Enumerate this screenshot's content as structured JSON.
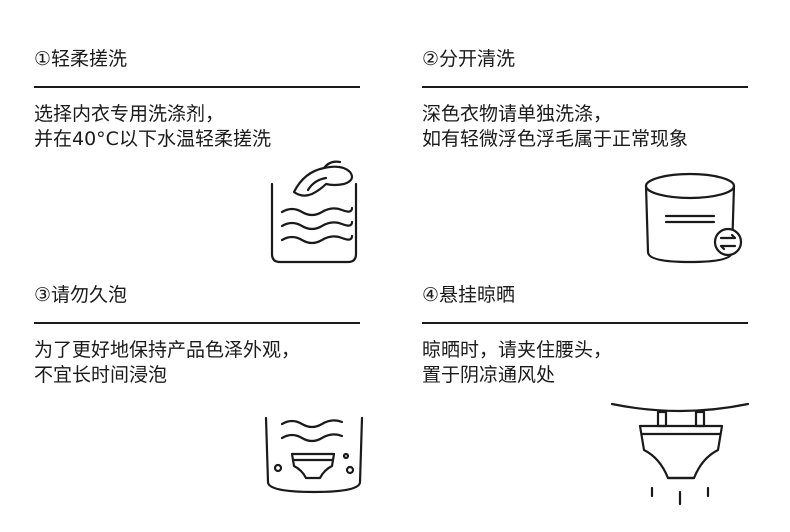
{
  "sections": [
    {
      "title": "①轻柔搓洗",
      "lines": [
        "选择内衣专用洗涤剂，",
        "并在40°C以下水温轻柔搓洗"
      ],
      "icon": "hand-washing-basin-icon"
    },
    {
      "title": "②分开清洗",
      "lines": [
        "深色衣物请单独洗涤，",
        "如有轻微浮色浮毛属于正常现象"
      ],
      "icon": "separate-wash-basin-icon"
    },
    {
      "title": "③请勿久泡",
      "lines": [
        "为了更好地保持产品色泽外观，",
        "不宜长时间浸泡"
      ],
      "icon": "no-long-soak-icon"
    },
    {
      "title": "④悬挂晾晒",
      "lines": [
        "晾晒时，请夹住腰头，",
        "置于阴凉通风处"
      ],
      "icon": "hang-dry-icon"
    }
  ]
}
